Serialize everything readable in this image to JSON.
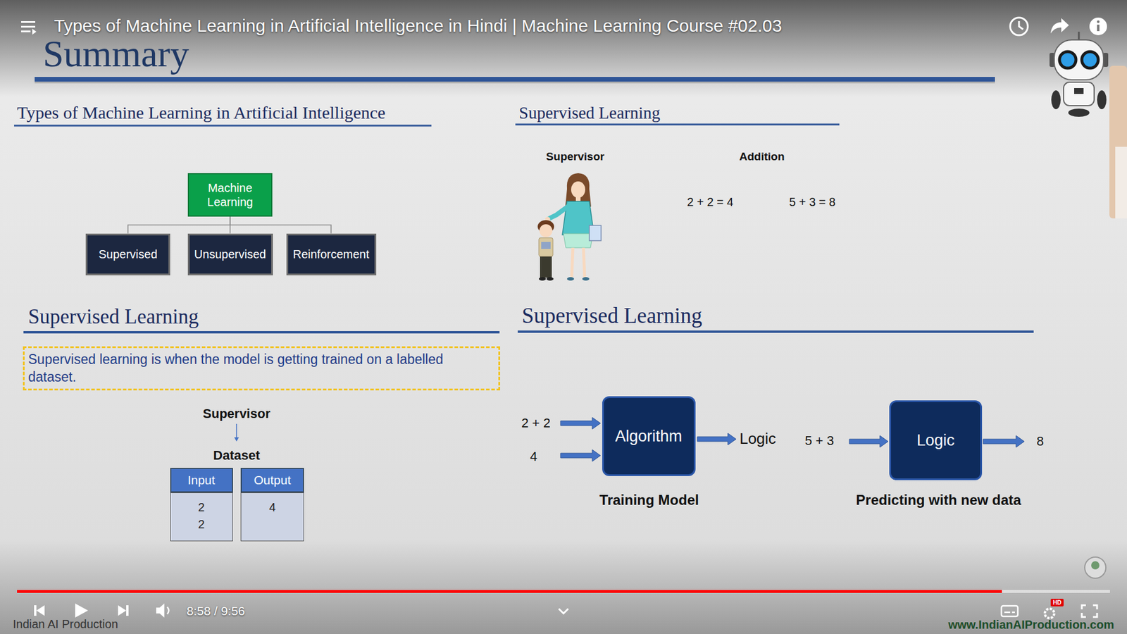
{
  "diagram": {
    "title": "Summary",
    "nodes": [
      {
        "text": [
          "Machine Learning"
        ]
      },
      {
        "text": [
          "Supervised"
        ]
      },
      {
        "text": [
          "Unsupervised"
        ]
      },
      {
        "text": [
          "Reinforcement"
        ]
      },
      {
        "text": [
          "Supervised learning is when the model is getting trained on a labelled dataset."
        ]
      },
      {
        "text": [
          "Input"
        ]
      },
      {
        "text": [
          "2",
          "2"
        ]
      },
      {
        "text": [
          "Output"
        ]
      },
      {
        "text": [
          "4"
        ]
      },
      {
        "text": [
          "Algorithm"
        ]
      },
      {
        "text": [
          "Logic"
        ]
      }
    ],
    "edges": [
      {
        "from": 0,
        "to": 1,
        "arrow": "none"
      },
      {
        "from": 0,
        "to": 2,
        "arrow": "none"
      },
      {
        "from": 0,
        "to": 3,
        "arrow": "none"
      }
    ],
    "labels": [
      "Types of Machine Learning in Artificial Intelligence in Hindi | Machine Learning Course #02.03",
      "Types of Machine Learning in Artificial Intelligence",
      "Supervised Learning",
      "Supervisor",
      "Addition",
      "2 + 2 = 4",
      "5 + 3 = 8",
      "Supervised Learning",
      "Supervisor",
      "Dataset",
      "Supervised Learning",
      "2 + 2",
      "4",
      "Logic",
      "5 + 3",
      "8",
      "Training Model",
      "Predicting with new data",
      "8:58 / 9:56",
      "Indian AI Production",
      "www.IndianAIProduction.com",
      "HD"
    ]
  }
}
